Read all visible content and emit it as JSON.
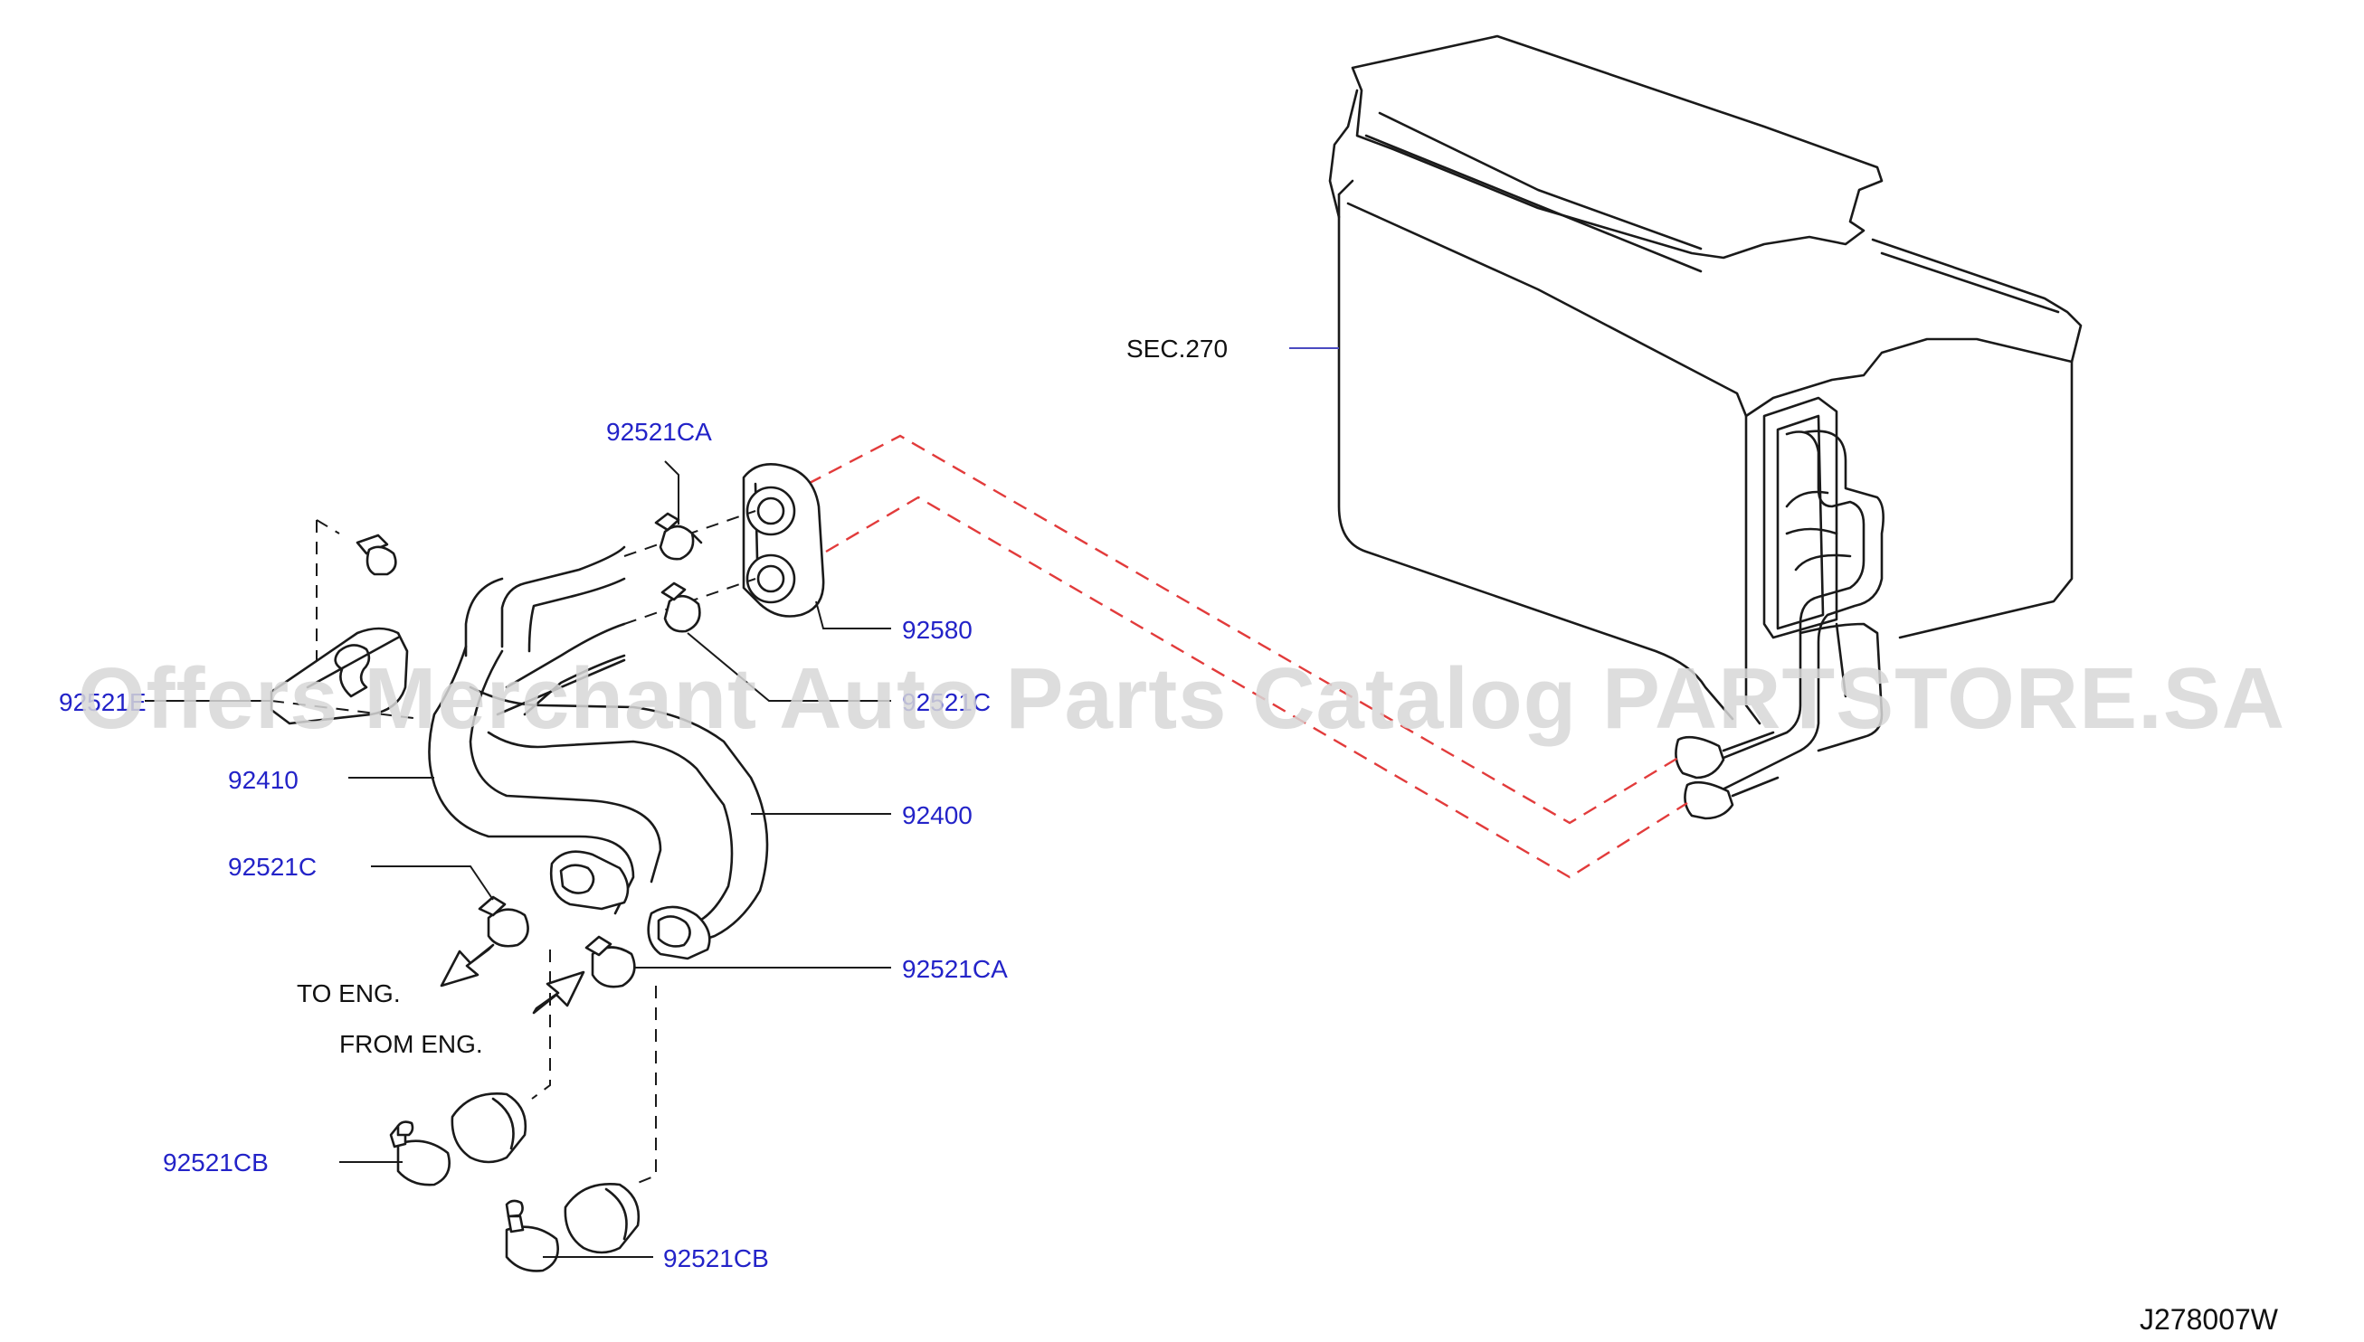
{
  "labels": {
    "sec270": "SEC.270",
    "p92521CA_top": "92521CA",
    "p92580": "92580",
    "p92521E": "92521E",
    "p92521C_right": "92521C",
    "p92410": "92410",
    "p92400": "92400",
    "p92521C_left": "92521C",
    "p92521CA_bottom": "92521CA",
    "to_eng": "TO   ENG.",
    "from_eng": "FROM   ENG.",
    "p92521CB_left": "92521CB",
    "p92521CB_bottom": "92521CB"
  },
  "watermark": "Offers Merchant Auto Parts Catalog PARTSTORE.SA",
  "diagram_code": "J278007W",
  "colors": {
    "part_number": "#2323c8",
    "flow_line": "#e23b3b",
    "linework": "#1a1a1a",
    "watermark": "#d8d8d8"
  }
}
